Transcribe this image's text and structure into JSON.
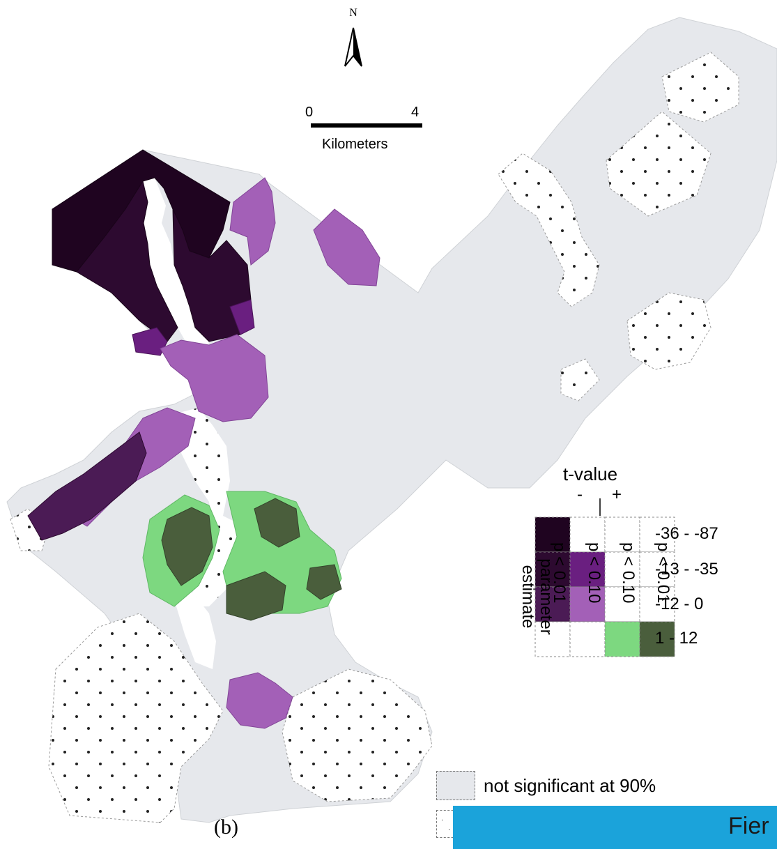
{
  "north": {
    "letter": "N",
    "icon": "north-arrow-icon"
  },
  "scale_bar": {
    "start": "0",
    "end": "4",
    "units": "Kilometers"
  },
  "panel_label": "(b)",
  "legend": {
    "title": "t-value",
    "neg_sign": "-",
    "pos_sign": "+",
    "row_axis_label": "parameter estimate",
    "ranges": [
      "-36 - -87",
      "-13 - -35",
      "-12 - 0",
      "1 - 12"
    ],
    "p_labels": [
      "p < 0.01",
      "p < 0.10",
      "p < 0.10",
      "p < 0.01"
    ],
    "cells": [
      [
        "#1f0420",
        "#ffffff",
        "#ffffff",
        "#ffffff"
      ],
      [
        "#2d0a30",
        "#6a1f80",
        "#ffffff",
        "#ffffff"
      ],
      [
        "#4b1b55",
        "#a360b7",
        "#ffffff",
        "#ffffff"
      ],
      [
        "#ffffff",
        "#ffffff",
        "#7dd880",
        "#4a5e3c"
      ]
    ],
    "not_significant": {
      "label": "not significant at 90%",
      "color": "#e6e8ec"
    }
  },
  "colors": {
    "gray": "#e6e8ec",
    "darkest_purple": "#1f0420",
    "dark_purple": "#2d0a30",
    "medium_purple": "#6a1f80",
    "light_purple": "#a360b7",
    "light_green": "#7dd880",
    "dark_green": "#4a5e3c",
    "banner": "#1ba3da"
  },
  "banner": {
    "text": "Fier"
  }
}
